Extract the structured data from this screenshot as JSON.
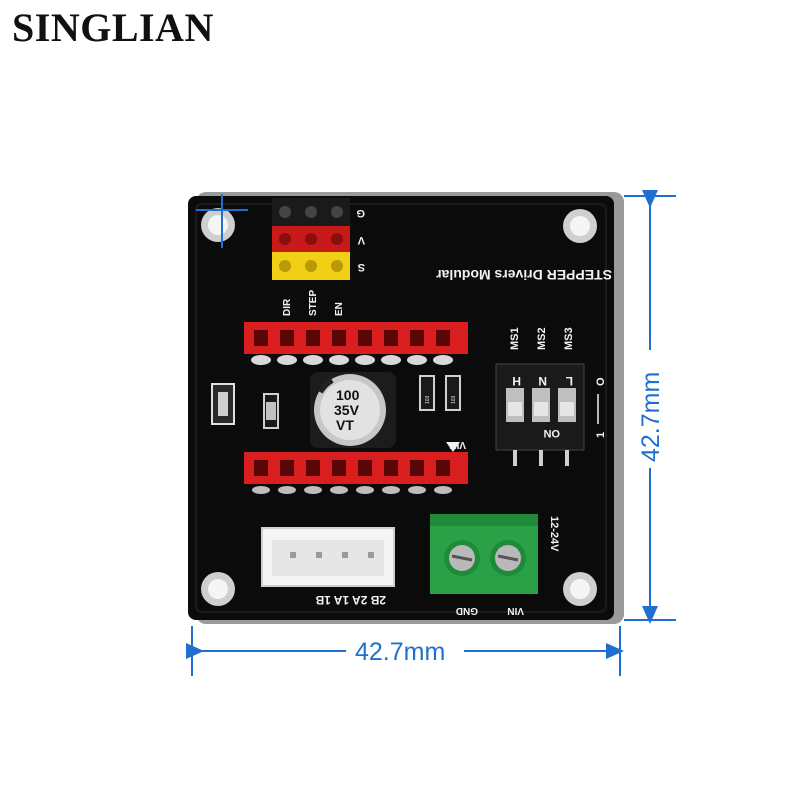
{
  "brand": {
    "name": "SINGLIAN"
  },
  "board": {
    "title": "STEPPER Drivers Modular",
    "pin_labels": [
      "DIR",
      "STEP",
      "EN"
    ],
    "header_labels": [
      "G",
      "V",
      "S"
    ],
    "dip_labels": [
      "MS1",
      "MS2",
      "MS3"
    ],
    "dip_letters": [
      "H",
      "N",
      "L"
    ],
    "dip_state_on": "ON",
    "dip_state_o": "O",
    "dip_state_1": "1",
    "vin_marker": "VIN",
    "capacitor": {
      "line1": "100",
      "line2": "35V",
      "line3": "VT"
    },
    "resistor_code": "103",
    "terminal_voltage": "12-24V",
    "terminal_labels": [
      "GND",
      "VIN"
    ],
    "motor_labels": "2B 2A 1A 1B"
  },
  "dimensions": {
    "width": "42.7mm",
    "height": "42.7mm"
  },
  "colors": {
    "pcb": "#0b0b0b",
    "accent": "#1f6fd1",
    "header_red": "#d81e1e",
    "pin_yellow": "#f2d21a",
    "terminal_green": "#2aa147"
  }
}
